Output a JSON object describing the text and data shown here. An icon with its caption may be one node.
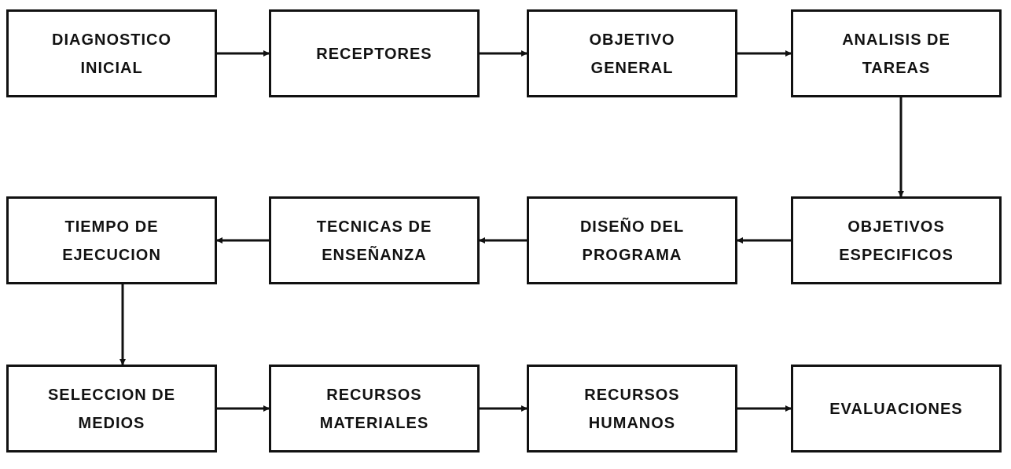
{
  "diagram": {
    "nodes": [
      {
        "text": [
          "DIAGNOSTICO INICIAL"
        ]
      },
      {
        "text": [
          "RECEPTORES"
        ]
      },
      {
        "text": [
          "OBJETIVO GENERAL"
        ]
      },
      {
        "text": [
          "ANALISIS DE TAREAS"
        ]
      },
      {
        "text": [
          "OBJETIVOS ESPECIFICOS"
        ]
      },
      {
        "text": [
          "DISEÑO DEL PROGRAMA"
        ]
      },
      {
        "text": [
          "TECNICAS DE ENSEÑANZA"
        ]
      },
      {
        "text": [
          "TIEMPO DE EJECUCION"
        ]
      },
      {
        "text": [
          "SELECCION DE MEDIOS"
        ]
      },
      {
        "text": [
          "RECURSOS MATERIALES"
        ]
      },
      {
        "text": [
          "RECURSOS HUMANOS"
        ]
      },
      {
        "text": [
          "EVALUACIONES"
        ]
      }
    ],
    "edges": [
      {
        "from": 0,
        "to": 1,
        "arrow": "to"
      },
      {
        "from": 1,
        "to": 2,
        "arrow": "to"
      },
      {
        "from": 2,
        "to": 3,
        "arrow": "to"
      },
      {
        "from": 3,
        "to": 4,
        "arrow": "to"
      },
      {
        "from": 4,
        "to": 5,
        "arrow": "to"
      },
      {
        "from": 5,
        "to": 6,
        "arrow": "to"
      },
      {
        "from": 6,
        "to": 7,
        "arrow": "to"
      },
      {
        "from": 7,
        "to": 8,
        "arrow": "to"
      },
      {
        "from": 8,
        "to": 9,
        "arrow": "to"
      },
      {
        "from": 9,
        "to": 10,
        "arrow": "to"
      },
      {
        "from": 10,
        "to": 11,
        "arrow": "to"
      }
    ]
  }
}
